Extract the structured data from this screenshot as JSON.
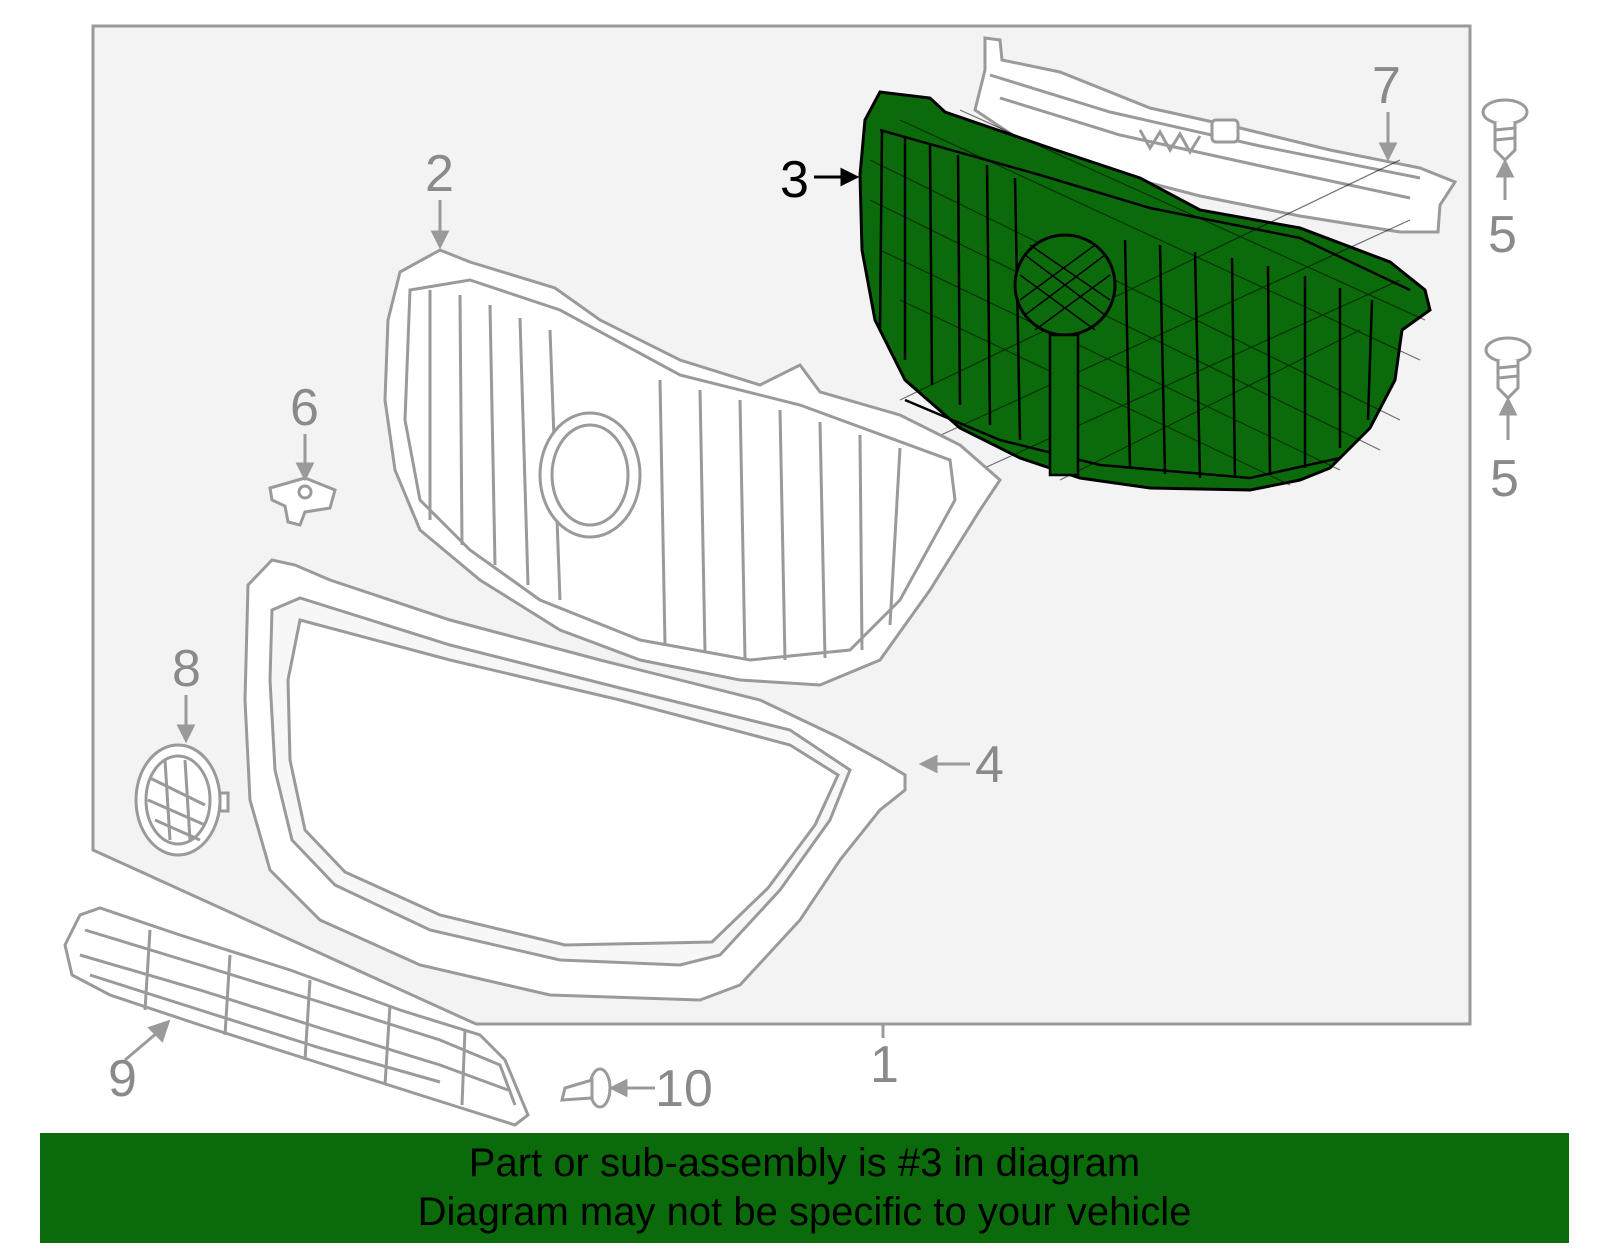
{
  "diagram": {
    "callouts": {
      "c1": "1",
      "c2": "2",
      "c3": "3",
      "c4": "4",
      "c5a": "5",
      "c5b": "5",
      "c6": "6",
      "c7": "7",
      "c8": "8",
      "c9": "9",
      "c10": "10"
    },
    "highlight_color": "#0b6b0b",
    "line_color": "#9a9a9a",
    "background_panel_color": "#f3f3f3"
  },
  "banner": {
    "line1": "Part or sub-assembly is #3 in diagram",
    "line2": "Diagram may not be specific to your vehicle"
  }
}
